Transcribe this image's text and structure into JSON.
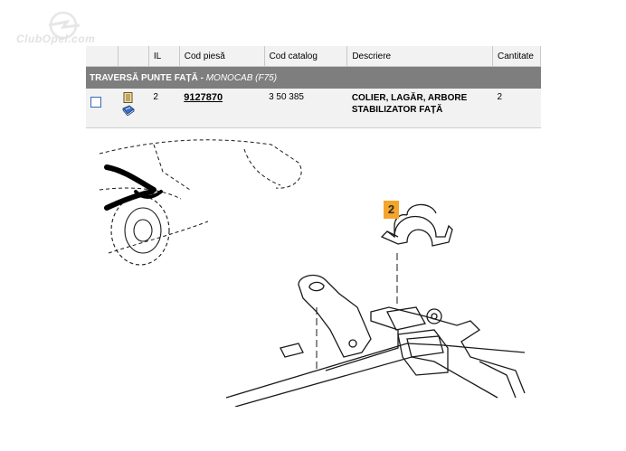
{
  "logo": {
    "text": "ClubOpel.com"
  },
  "table": {
    "headers": [
      "",
      "",
      "IL",
      "Cod piesă",
      "Cod catalog",
      "Descriere",
      "Cantitate"
    ],
    "section": {
      "title": "TRAVERSĂ PUNTE FAȚĂ",
      "separator": " - ",
      "model": "MONOCAB (F75)"
    },
    "rows": [
      {
        "il": "2",
        "part_code": "9127870",
        "catalog_code": "3 50 385",
        "description_line1": "COLIER, LAGĂR, ARBORE",
        "description_line2": "STABILIZATOR FAȚĂ",
        "quantity": "2"
      }
    ]
  },
  "diagram": {
    "callout_label": "2"
  },
  "colors": {
    "section_bg": "#7e7e7e",
    "callout": "#f5a52a",
    "checkbox_border": "#3b67b6",
    "row_bg": "#f2f2f2"
  }
}
